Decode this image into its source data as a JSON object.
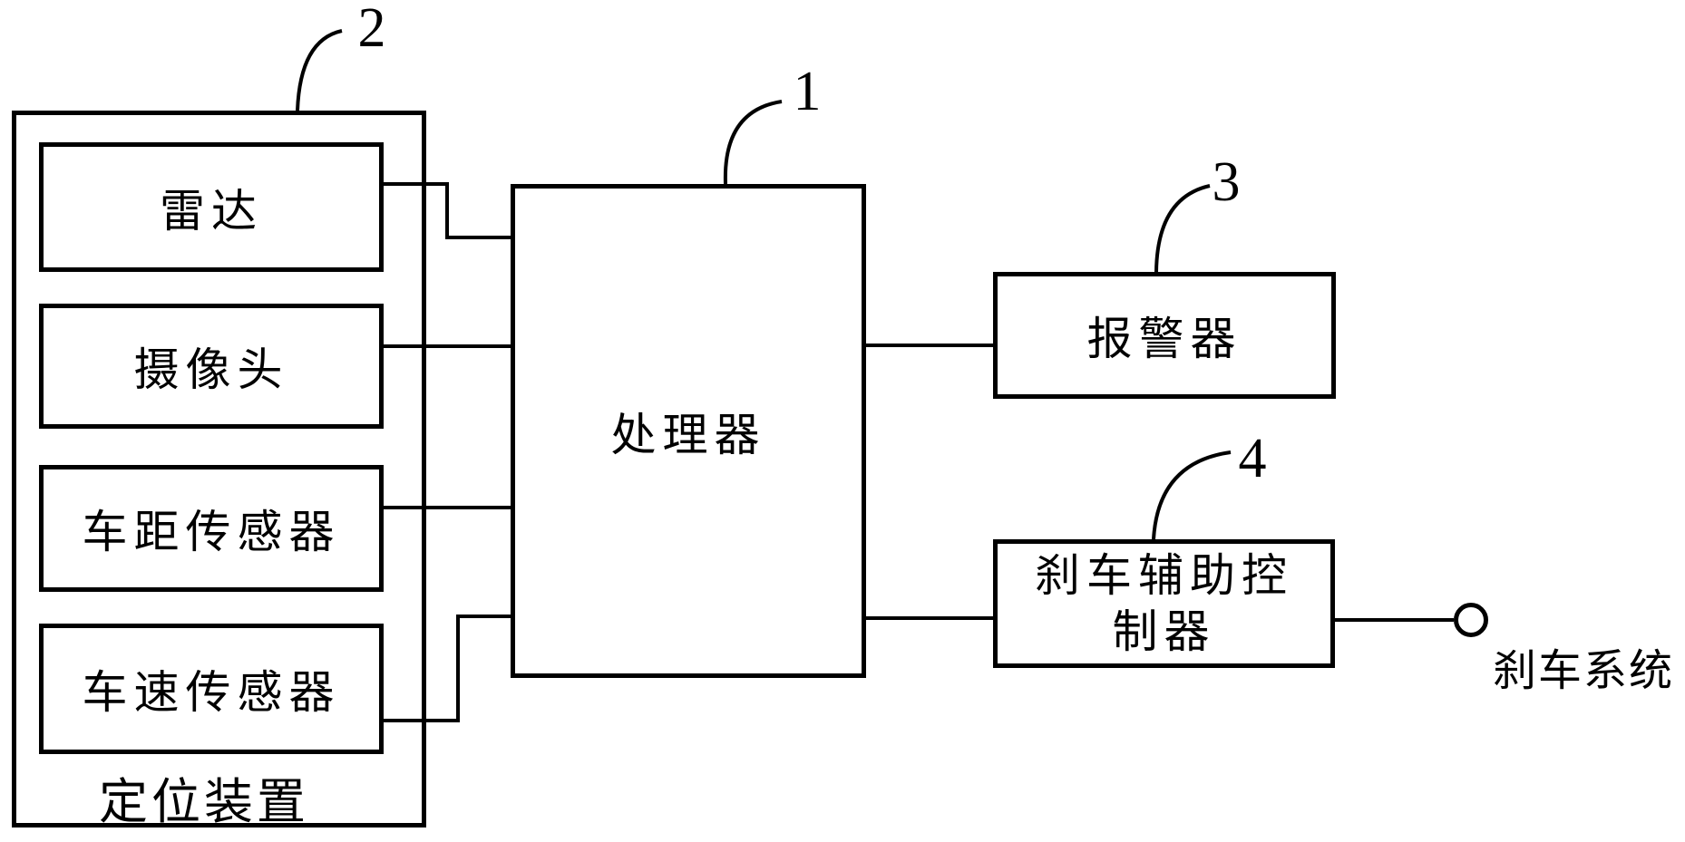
{
  "figure": {
    "type": "block-diagram",
    "background_color": "#ffffff",
    "stroke_color": "#000000",
    "blocks": {
      "positioning_device": {
        "label": "定位装置",
        "ref": "2"
      },
      "radar": {
        "label": "雷达"
      },
      "camera": {
        "label": "摄像头"
      },
      "distance_sensor": {
        "label": "车距传感器"
      },
      "speed_sensor": {
        "label": "车速传感器"
      },
      "processor": {
        "label": "处理器",
        "ref": "1"
      },
      "alarm": {
        "label": "报警器",
        "ref": "3"
      },
      "brake_assist_controller": {
        "label": "刹车辅助控制器",
        "label_line1": "刹车辅助控",
        "label_line2": "制器",
        "ref": "4"
      },
      "brake_system": {
        "label": "刹车系统"
      }
    },
    "connections": [
      {
        "from": "radar",
        "to": "processor"
      },
      {
        "from": "camera",
        "to": "processor"
      },
      {
        "from": "distance_sensor",
        "to": "processor"
      },
      {
        "from": "speed_sensor",
        "to": "processor"
      },
      {
        "from": "processor",
        "to": "alarm"
      },
      {
        "from": "processor",
        "to": "brake_assist_controller"
      },
      {
        "from": "brake_assist_controller",
        "to": "brake_system"
      }
    ]
  }
}
